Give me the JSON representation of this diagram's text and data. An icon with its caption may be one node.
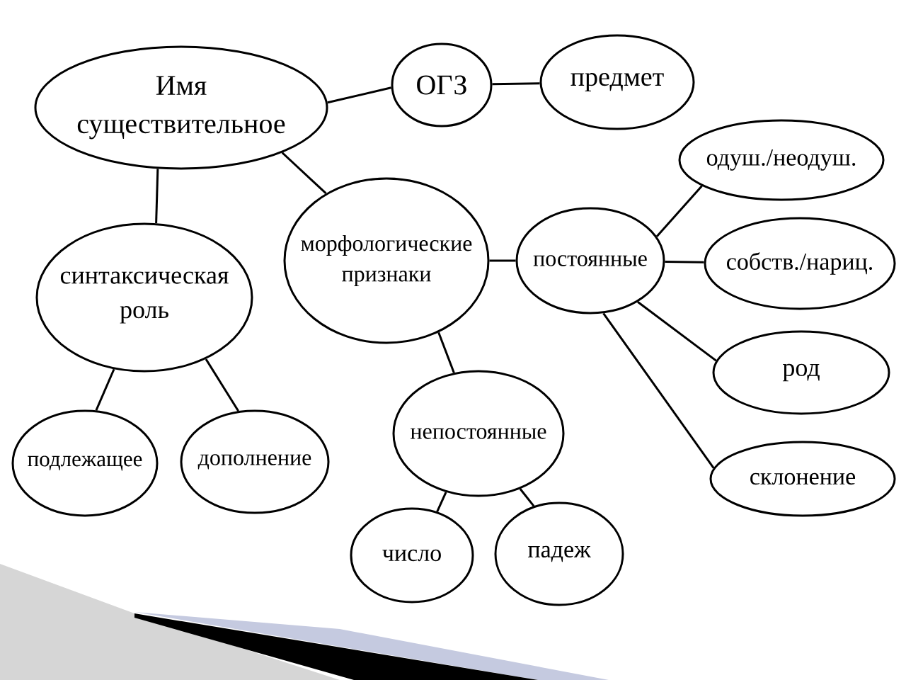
{
  "diagram": {
    "nodes": [
      {
        "text": [
          "Имя существительное"
        ]
      },
      {
        "text": [
          "ОГЗ"
        ]
      },
      {
        "text": [
          "предмет"
        ]
      },
      {
        "text": [
          "одуш./неодуш."
        ]
      },
      {
        "text": [
          "синтаксическая роль"
        ]
      },
      {
        "text": [
          "морфологические признаки"
        ]
      },
      {
        "text": [
          "постоянные"
        ]
      },
      {
        "text": [
          "собств./нариц."
        ]
      },
      {
        "text": [
          "род"
        ]
      },
      {
        "text": [
          "непостоянные"
        ]
      },
      {
        "text": [
          "подлежащее"
        ]
      },
      {
        "text": [
          "дополнение"
        ]
      },
      {
        "text": [
          "склонение"
        ]
      },
      {
        "text": [
          "число"
        ]
      },
      {
        "text": [
          "падеж"
        ]
      }
    ],
    "edges": [
      {
        "from": 0,
        "to": 1,
        "arrow": "none"
      },
      {
        "from": 1,
        "to": 2,
        "arrow": "none"
      },
      {
        "from": 0,
        "to": 4,
        "arrow": "none"
      },
      {
        "from": 0,
        "to": 5,
        "arrow": "none"
      },
      {
        "from": 5,
        "to": 6,
        "arrow": "none"
      },
      {
        "from": 6,
        "to": 3,
        "arrow": "none"
      },
      {
        "from": 6,
        "to": 7,
        "arrow": "none"
      },
      {
        "from": 6,
        "to": 8,
        "arrow": "none"
      },
      {
        "from": 6,
        "to": 12,
        "arrow": "none"
      },
      {
        "from": 5,
        "to": 9,
        "arrow": "none"
      },
      {
        "from": 9,
        "to": 13,
        "arrow": "none"
      },
      {
        "from": 9,
        "to": 14,
        "arrow": "none"
      },
      {
        "from": 4,
        "to": 10,
        "arrow": "none"
      },
      {
        "from": 4,
        "to": 11,
        "arrow": "none"
      }
    ]
  }
}
